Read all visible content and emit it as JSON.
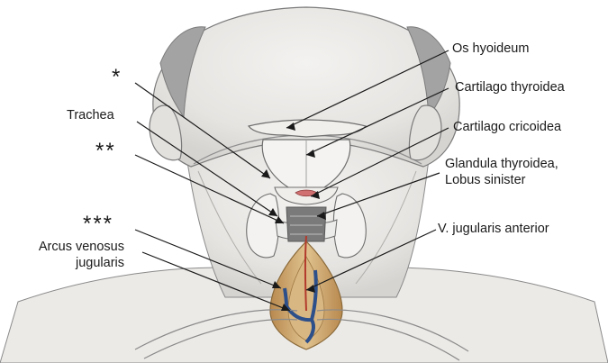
{
  "labels": {
    "os_hyoideum": "Os hyoideum",
    "cartilago_thyroidea": "Cartilago thyroidea",
    "cartilago_cricoidea": "Cartilago cricoidea",
    "glandula_line1": "Glandula thyroidea,",
    "glandula_line2": "Lobus sinister",
    "v_jugularis": "V. jugularis anterior",
    "trachea": "Trachea",
    "arcus_line1": "Arcus venosus",
    "arcus_line2": "jugularis",
    "star1": "*",
    "star2": "**",
    "star3": "***"
  },
  "colors": {
    "skin": "#e9e7e4",
    "outline": "#6f6f6f",
    "hair": "#9b9b9b",
    "thyroid": "#efefef",
    "incision": "#c9a46e",
    "vein": "#2d4f8a",
    "blood": "#b23a2c"
  }
}
